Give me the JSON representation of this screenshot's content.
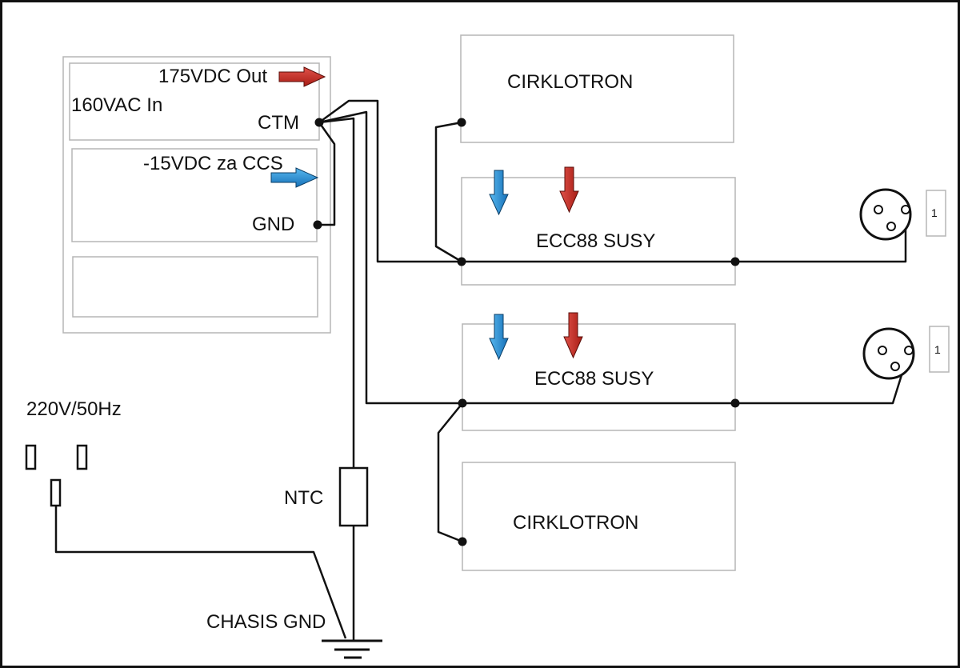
{
  "power_supply": {
    "top_panel": {
      "input_label": "160VAC In",
      "output_label": "175VDC Out",
      "ctm_label": "CTM",
      "output_arrow_color": "#c8281e"
    },
    "middle_panel": {
      "ccs_label": "-15VDC za CCS",
      "gnd_label": "GND",
      "ccs_arrow_color": "#1f8fd6"
    }
  },
  "mains": {
    "label": "220V/50Hz"
  },
  "ntc": {
    "label": "NTC"
  },
  "chassis_ground": {
    "label": "CHASIS GND"
  },
  "modules": {
    "cirklotron_top": {
      "label": "CIRKLOTRON"
    },
    "susy_top": {
      "label": "ECC88 SUSY"
    },
    "susy_bottom": {
      "label": "ECC88 SUSY"
    },
    "cirklotron_bottom": {
      "label": "CIRKLOTRON"
    }
  },
  "connectors": {
    "xlr_top": {
      "pin_label": "1"
    },
    "xlr_bottom": {
      "pin_label": "1"
    }
  },
  "arrow_colors": {
    "blue": "#1f8fd6",
    "red": "#c8281e"
  }
}
